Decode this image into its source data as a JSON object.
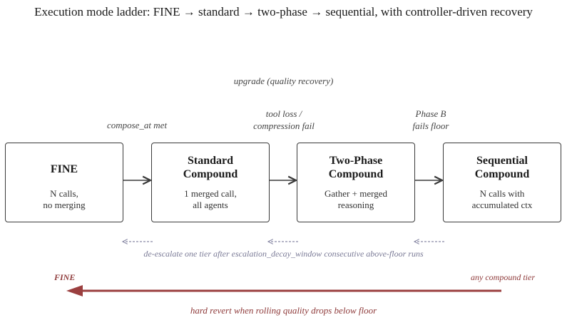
{
  "title": "Execution mode ladder: FINE → standard → two-phase → sequential, with controller-driven recovery",
  "upgrade_label": "upgrade  (quality recovery)",
  "transitions": [
    {
      "label": "compose_at met"
    },
    {
      "label_line1": "tool loss /",
      "label_line2": "compression fail"
    },
    {
      "label_line1": "Phase B",
      "label_line2": "fails floor"
    }
  ],
  "modes": [
    {
      "title_line1": "FINE",
      "desc_line1": "N calls,",
      "desc_line2": "no merging"
    },
    {
      "title_line1": "Standard",
      "title_line2": "Compound",
      "desc_line1": "1 merged call,",
      "desc_line2": "all agents"
    },
    {
      "title_line1": "Two-Phase",
      "title_line2": "Compound",
      "desc_line1": "Gather + merged",
      "desc_line2": "reasoning"
    },
    {
      "title_line1": "Sequential",
      "title_line2": "Compound",
      "desc_line1": "N calls with",
      "desc_line2": "accumulated ctx"
    }
  ],
  "deescalate_note": "de-escalate one tier after escalation_decay_window consecutive above-floor runs",
  "revert": {
    "target_label": "FINE",
    "source_label": "any compound tier",
    "note": "hard revert when rolling quality drops below floor"
  },
  "colors": {
    "forward_arrow": "#3a3a3a",
    "deescalate_arrow": "#8a8aa6",
    "revert_arrow": "#9b3f3f"
  }
}
